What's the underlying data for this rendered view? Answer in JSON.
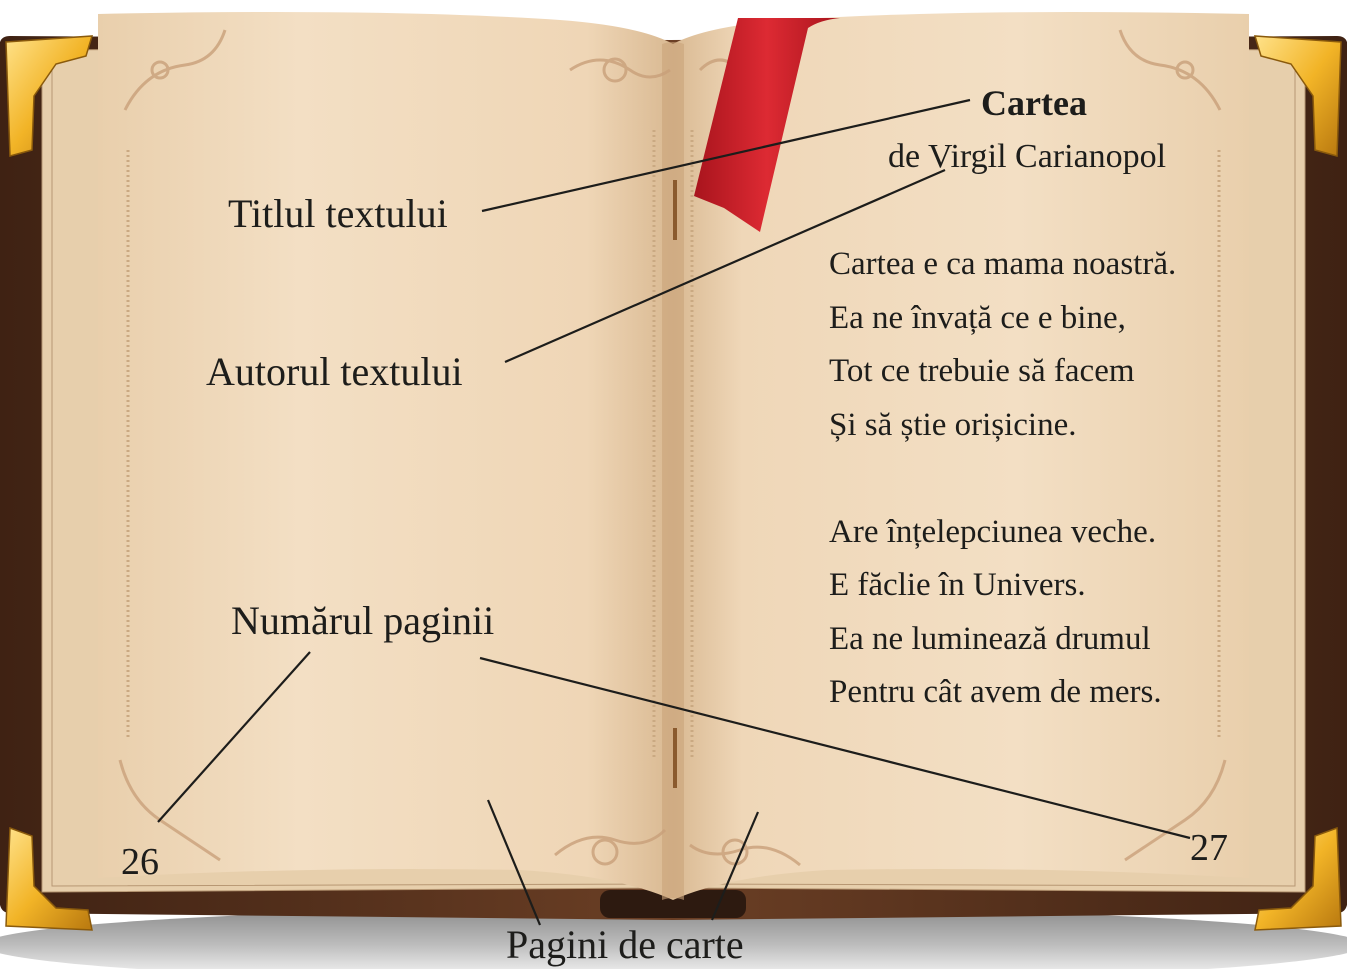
{
  "book": {
    "title": "Cartea",
    "author": "de Virgil Carianopol",
    "stanza1": [
      "Cartea e ca mama noastră.",
      "Ea ne învață ce e bine,",
      "Tot ce trebuie să facem",
      "Și să știe orișicine."
    ],
    "stanza2": [
      "Are înțelepciunea veche.",
      "E făclie în Univers.",
      "Ea ne luminează drumul",
      "Pentru cât avem de mers."
    ],
    "left_page_number": "26",
    "right_page_number": "27"
  },
  "labels": {
    "title_label": "Titlul textului",
    "author_label": "Autorul textului",
    "page_number_label": "Numărul paginii",
    "pages_label": "Pagini de carte"
  },
  "colors": {
    "page": "#f1dcc0",
    "cover": "#5a3420",
    "corner_gold": "#f2b427",
    "bookmark": "#cc1f2a",
    "ink": "#1d1d1b"
  }
}
